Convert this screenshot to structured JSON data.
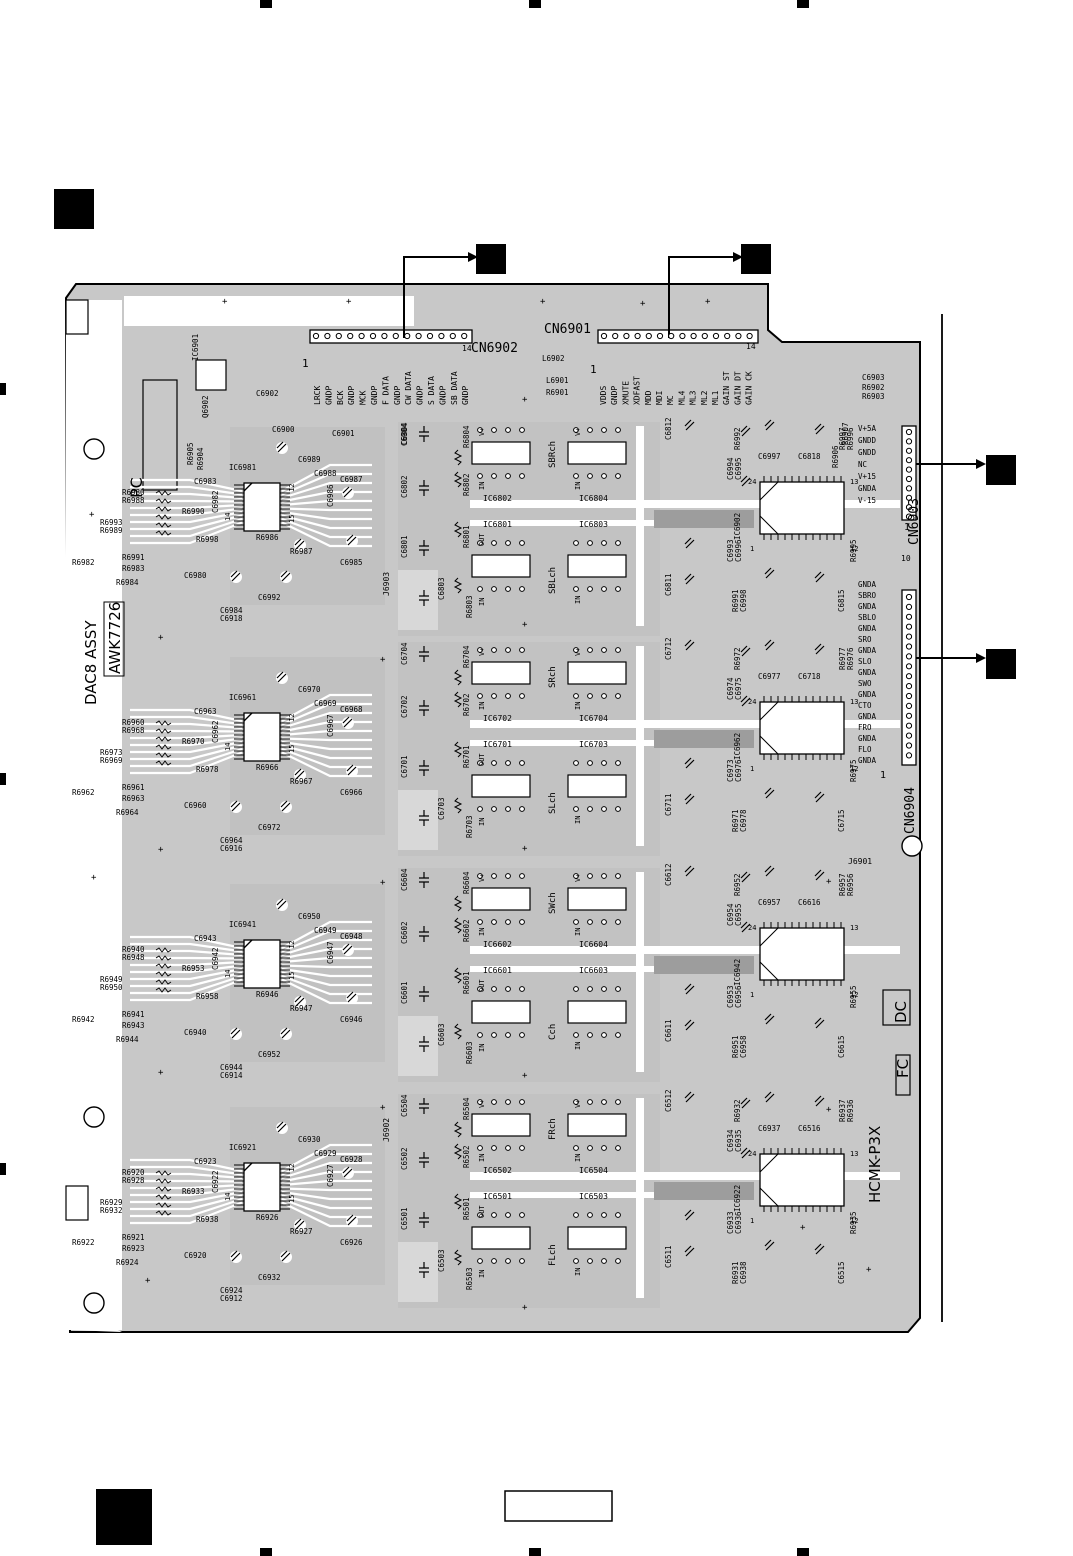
{
  "connectors": {
    "cn6902": {
      "name": "CN6902",
      "pin_first": "1",
      "pin_last": "14",
      "signals": [
        "LRCK",
        "GNDP",
        "BCK",
        "GNDP",
        "MCK",
        "GNDP",
        "F DATA",
        "GNDP",
        "CW DATA",
        "GNDP",
        "S DATA",
        "GNDP",
        "SB DATA",
        "GNDP"
      ]
    },
    "cn6901": {
      "name": "CN6901",
      "pin_first": "1",
      "pin_last": "14",
      "signals": [
        "VDDS",
        "GNDP",
        "XMUTE",
        "XDFAST",
        "MDD",
        "MDI",
        "MC",
        "ML4",
        "ML3",
        "ML2",
        "ML1",
        "GAIN ST",
        "GAIN DT",
        "GAIN CK"
      ]
    },
    "cn6903": {
      "name": "CN6903",
      "pin_first": "1",
      "pin_last": "10",
      "signals": [
        "V+5A",
        "GNDD",
        "GNDD",
        "NC",
        "V+15",
        "GNDA",
        "V-15"
      ]
    },
    "cn6904": {
      "name": "CN6904",
      "pin_first": "1",
      "signals": [
        "GNDA",
        "SBRO",
        "GNDA",
        "SBLO",
        "GNDA",
        "SRO",
        "GNDA",
        "SLO",
        "GNDA",
        "SWO",
        "GNDA",
        "CTO",
        "GNDA",
        "FRO",
        "GNDA",
        "FLO",
        "GNDA"
      ]
    }
  },
  "board": {
    "assy": "DAC8 ASSY",
    "part_no": "AWK7726",
    "model": "HCMK-P3X",
    "tags": [
      "FC",
      "DC"
    ],
    "silk_pc": "PC",
    "jumpers": [
      "J6903",
      "J6901",
      "J6902"
    ]
  },
  "left_parts": [
    {
      "ic": "IC6981",
      "ic_out": "R6986",
      "top_caps": [
        "C6989",
        "C6988",
        "C6987",
        "C6986",
        "C6985"
      ],
      "resistors": [
        "R6980",
        "R6988",
        "R6990",
        "R6993",
        "R6989",
        "R6991",
        "R6982",
        "R6983",
        "R6984",
        "R6987",
        "R6998"
      ],
      "extra_caps": [
        "C6983",
        "C6982",
        "C6980",
        "C6992",
        "C6984",
        "C6918"
      ]
    },
    {
      "ic": "IC6961",
      "ic_out": "R6966",
      "top_caps": [
        "C6970",
        "C6969",
        "C6968",
        "C6967",
        "C6966"
      ],
      "resistors": [
        "R6960",
        "R6968",
        "R6970",
        "R6973",
        "R6969",
        "R6961",
        "R6962",
        "R6963",
        "R6964",
        "R6967",
        "R6978"
      ],
      "extra_caps": [
        "C6963",
        "C6962",
        "C6960",
        "C6972",
        "C6964",
        "C6916"
      ]
    },
    {
      "ic": "IC6941",
      "ic_out": "R6946",
      "top_caps": [
        "C6950",
        "C6949",
        "C6948",
        "C6947",
        "C6946"
      ],
      "resistors": [
        "R6940",
        "R6948",
        "R6953",
        "R6949",
        "R6950",
        "R6941",
        "R6942",
        "R6943",
        "R6944",
        "R6947",
        "R6958"
      ],
      "extra_caps": [
        "C6943",
        "C6942",
        "C6940",
        "C6952",
        "C6944",
        "C6914"
      ]
    },
    {
      "ic": "IC6921",
      "ic_out": "R6926",
      "top_caps": [
        "C6930",
        "C6929",
        "C6928",
        "C6927",
        "C6926"
      ],
      "resistors": [
        "R6920",
        "R6928",
        "R6933",
        "R6929",
        "R6932",
        "R6921",
        "R6922",
        "R6923",
        "R6924",
        "R6927",
        "R6938"
      ],
      "extra_caps": [
        "C6923",
        "C6922",
        "C6920",
        "C6932",
        "C6924",
        "C6912"
      ]
    }
  ],
  "top_misc": [
    "IC6901",
    "Q6902",
    "R6905",
    "R6904",
    "C6902",
    "C6900",
    "C6901",
    "L6902",
    "L6901",
    "R6901",
    "C6903",
    "R6902",
    "R6903",
    "C6904",
    "R6906",
    "R6907"
  ],
  "channels": [
    {
      "ch_upper": "SBRch",
      "ch_lower": "SBLch",
      "ics": [
        "IC6802",
        "IC6804",
        "IC6801",
        "IC6803"
      ],
      "left_caps": [
        "C6804",
        "C6802",
        "C6801",
        "C6803"
      ],
      "rs": [
        "R6804",
        "R6802",
        "R6801",
        "R6803"
      ],
      "mid_caps": [
        "C6812",
        "C6811"
      ],
      "right_ic": "IC6902",
      "right_parts": [
        "R6992",
        "C6994",
        "C6995",
        "C6997",
        "C6818",
        "C6993",
        "C6996",
        "R6991",
        "C6998",
        "C6815",
        "R6995",
        "R6997",
        "R6996"
      ]
    },
    {
      "ch_upper": "SRch",
      "ch_lower": "SLch",
      "ics": [
        "IC6702",
        "IC6704",
        "IC6701",
        "IC6703"
      ],
      "left_caps": [
        "C6704",
        "C6702",
        "C6701",
        "C6703"
      ],
      "rs": [
        "R6704",
        "R6702",
        "R6701",
        "R6703"
      ],
      "mid_caps": [
        "C6712",
        "C6711"
      ],
      "right_ic": "IC6962",
      "right_parts": [
        "R6972",
        "C6974",
        "C6975",
        "C6977",
        "C6718",
        "C6973",
        "C6976",
        "R6971",
        "C6978",
        "C6715",
        "R6975",
        "R6977",
        "R6976"
      ]
    },
    {
      "ch_upper": "SWch",
      "ch_lower": "Cch",
      "ics": [
        "IC6602",
        "IC6604",
        "IC6601",
        "IC6603"
      ],
      "left_caps": [
        "C6604",
        "C6602",
        "C6601",
        "C6603"
      ],
      "rs": [
        "R6604",
        "R6602",
        "R6601",
        "R6603"
      ],
      "mid_caps": [
        "C6612",
        "C6611"
      ],
      "right_ic": "IC6942",
      "right_parts": [
        "R6952",
        "C6954",
        "C6955",
        "C6957",
        "C6616",
        "C6953",
        "C6956",
        "R6951",
        "C6958",
        "C6615",
        "R6955",
        "R6957",
        "R6956"
      ]
    },
    {
      "ch_upper": "FRch",
      "ch_lower": "FLch",
      "ics": [
        "IC6502",
        "IC6504",
        "IC6501",
        "IC6503"
      ],
      "left_caps": [
        "C6504",
        "C6502",
        "C6501",
        "C6503"
      ],
      "rs": [
        "R6504",
        "R6502",
        "R6501",
        "R6503"
      ],
      "mid_caps": [
        "C6512",
        "C6511"
      ],
      "right_ic": "IC6922",
      "right_parts": [
        "R6932",
        "C6934",
        "C6935",
        "C6937",
        "C6516",
        "C6933",
        "C6936",
        "R6931",
        "C6938",
        "C6515",
        "R6935",
        "R6937",
        "R6936"
      ]
    }
  ],
  "pin_markers": {
    "p24": "24",
    "p13": "13",
    "p1": "1",
    "p12": "12",
    "p14": "14",
    "p15": "15"
  },
  "ic_pin_labels": {
    "in": "IN",
    "out": "OUT",
    "v1": "V+",
    "v2": "V-"
  },
  "colors": {
    "board": "#c9c9c9",
    "trace": "#ffffff",
    "ink": "#000000",
    "dark_trace": "#8e8e8e"
  }
}
